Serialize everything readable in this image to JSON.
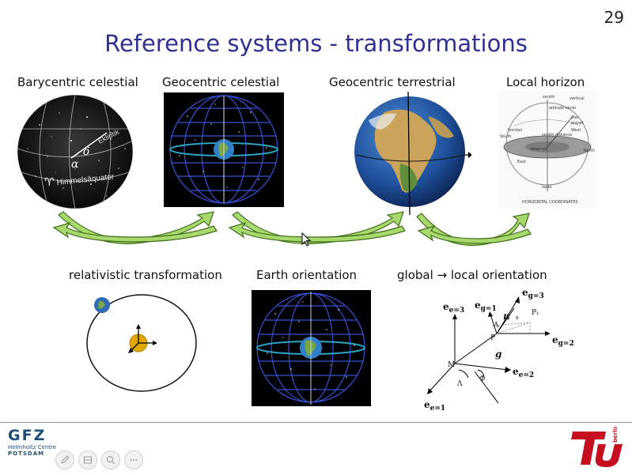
{
  "slide": {
    "number": "29",
    "title": "Reference systems - transformations"
  },
  "top_labels": {
    "barycentric": "Barycentric celestial",
    "geo_celestial": "Geocentric  celestial",
    "geo_terrestrial": "Geocentric terrestrial",
    "local_horizon": "Local horizon"
  },
  "bottom_labels": {
    "relativistic": "relativistic transformation",
    "earth_orientation": "Earth orientation",
    "global_local": "global → local orientation"
  },
  "sky_image": {
    "delta": "δ",
    "alpha": "α",
    "ekliptik": "Ekliptik",
    "aries": "♈",
    "himmelsaquator": "Himmelsäquator"
  },
  "horizon_diagram": {
    "zenith": "zenith",
    "vertical": "vertical",
    "altitude_circle": "altitude circle",
    "star": "star",
    "planet": "planet",
    "south": "South",
    "horizon": "horizon",
    "zenith_distance": "zenith distance",
    "west": "West",
    "north": "North",
    "east": "East",
    "observer": "observer",
    "nadir": "nadir",
    "caption": "HORIZONTAL COORDINATES"
  },
  "vector_diagram": {
    "e_e3": "e",
    "e_e3_sub": "e=3",
    "e_g1": "e",
    "e_g1_sub": "g=1",
    "e_g3": "e",
    "e_g3_sub": "g=3",
    "e_g2": "e",
    "e_g2_sub": "g=2",
    "e_e2": "e",
    "e_e2_sub": "e=2",
    "e_e1": "e",
    "e_e1_sub": "e=1",
    "n": "n",
    "g": "g",
    "M": "M",
    "P": "P",
    "P1": "P₁",
    "s": "s",
    "Lambda_upper": "Λ",
    "Lambda_lower": "Λ",
    "Phi": "Φ"
  },
  "footer": {
    "gfz": "GFZ",
    "gfz_sub1": "Helmholtz Centre",
    "gfz_sub2": "POTSDAM",
    "tu_text": "berlin"
  },
  "colors": {
    "title": "#2f3192",
    "arrow_green": "#8dc63f",
    "arrow_dark": "#3c6e14",
    "tu_red": "#c50e1f"
  }
}
